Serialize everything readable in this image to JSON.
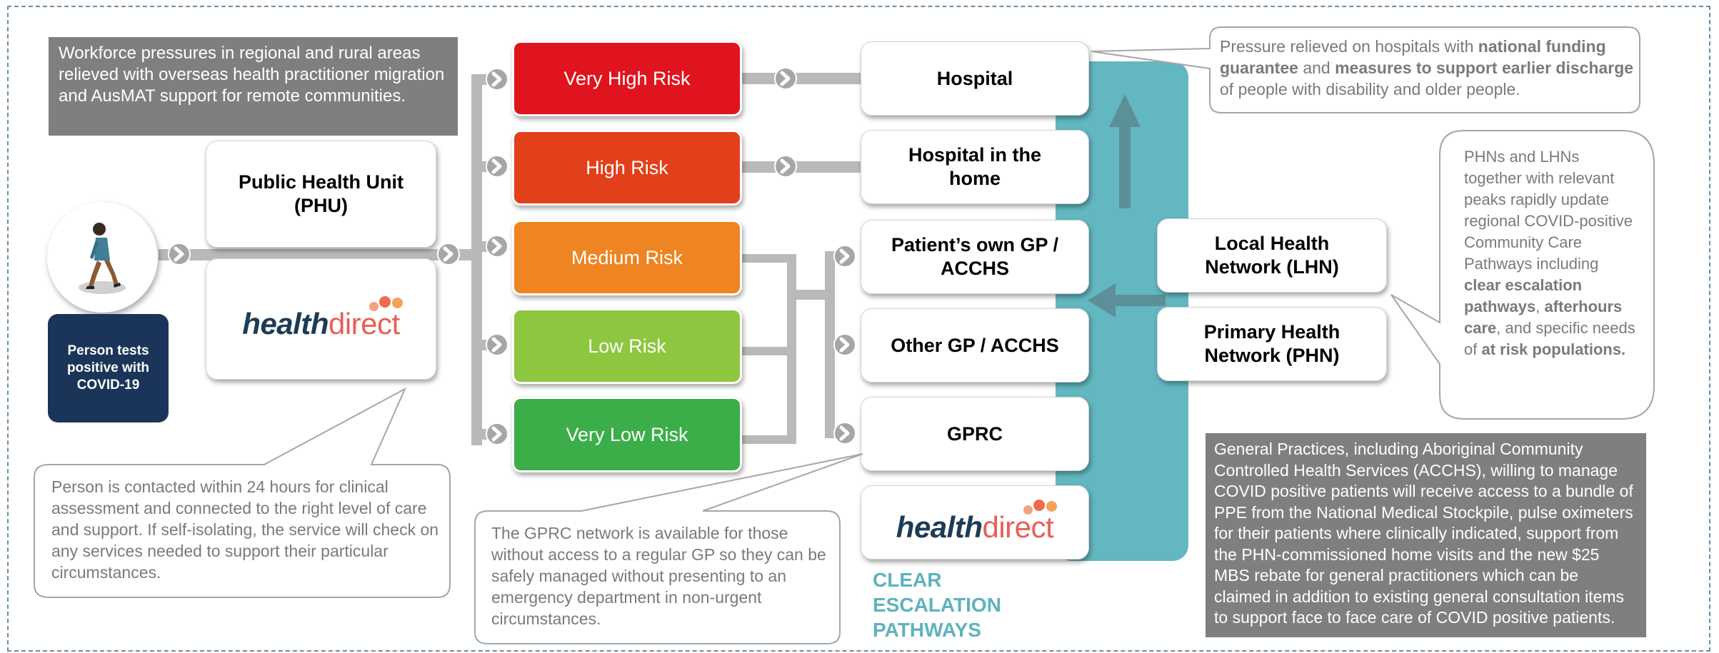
{
  "top_note": "Workforce pressures in regional and rural areas relieved with overseas health practitioner migration and AusMAT  support for remote communities.",
  "person": {
    "label": "Person tests positive with COVID-19"
  },
  "phu": {
    "label": "Public Health Unit (PHU)"
  },
  "healthdirect_logo": {
    "part1": "health",
    "part2": "direct"
  },
  "risks": [
    {
      "label": "Very High Risk",
      "color": "#e0141e"
    },
    {
      "label": "High Risk",
      "color": "#e2401a"
    },
    {
      "label": "Medium Risk",
      "color": "#ee8422"
    },
    {
      "label": "Low Risk",
      "color": "#8dc63f"
    },
    {
      "label": "Very Low Risk",
      "color": "#3cae49"
    }
  ],
  "pathways": [
    {
      "label": "Hospital"
    },
    {
      "label": "Hospital in the home"
    },
    {
      "label": "Patient’s own GP / ACCHS"
    },
    {
      "label": "Other GP / ACCHS"
    },
    {
      "label": "GPRC"
    }
  ],
  "networks": [
    {
      "label": "Local Health Network (LHN)"
    },
    {
      "label": "Primary Health Network (PHN)"
    }
  ],
  "escalation_label": "CLEAR ESCALATION PATHWAYS",
  "callouts": {
    "hospital_pressure": {
      "text1": "Pressure relieved on hospitals with ",
      "bold1": "national funding guarantee",
      "text2": " and ",
      "bold2": "measures to support earlier discharge",
      "text3": " of people with disability and older people."
    },
    "phn_lhn": {
      "text1": "PHNs and LHNs together with relevant peaks rapidly update regional COVID-positive Community Care Pathways including ",
      "bold1": "clear escalation pathways",
      "text2": ", ",
      "bold2": "afterhours care",
      "text3": ", and specific needs of ",
      "bold3": "at risk populations."
    },
    "contact": "Person is contacted within 24 hours for clinical assessment and connected to the right level of care and support. If self-isolating, the service will check on any services needed to support their particular circumstances.",
    "gprc": "The GPRC network is available for those without access to a regular GP so they can be safely managed without presenting to an emergency department in non-urgent circumstances.",
    "general_practices": "General Practices, including Aboriginal Community Controlled Health Services (ACCHS), willing to manage COVID positive patients will receive access to a bundle of PPE from the National Medical Stockpile, pulse oximeters for their patients where clinically indicated, support from the PHN-commissioned home visits and the new $25 MBS rebate for general practitioners which can be claimed in addition to existing general consultation items to support face to face care of COVID positive patients."
  },
  "colors": {
    "connector": "#b9b9b9",
    "teal_band": "#62b7c0",
    "teal_text": "#5fb2bc",
    "navy": "#1b355a",
    "callout_text": "#7a7a7a",
    "grey_box": "#7f7f7f"
  }
}
